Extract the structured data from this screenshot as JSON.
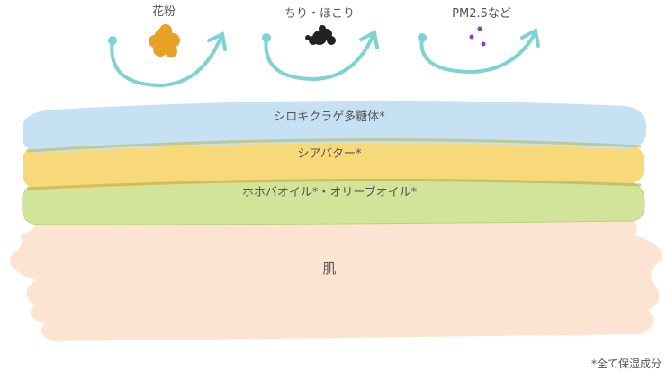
{
  "particles": [
    {
      "label": "花粉",
      "icon": "pollen-icon",
      "color": "#e8a025"
    },
    {
      "label": "ちり・ほこり",
      "icon": "dust-icon",
      "color": "#222222"
    },
    {
      "label": "PM2.5など",
      "icon": "pm25-icon",
      "color": "#8e44b0"
    }
  ],
  "arrow_color": "#7fd2d4",
  "layers": [
    {
      "label": "シロキクラゲ多糖体*",
      "color": "#c6e1f4"
    },
    {
      "label": "シアバター*",
      "color": "#f8d97a"
    },
    {
      "label": "ホホバオイル*・オリーブオイル*",
      "color": "#d2e49a"
    },
    {
      "label": "肌",
      "color": "#fde3d2"
    }
  ],
  "footnote": "*全て保湿成分"
}
